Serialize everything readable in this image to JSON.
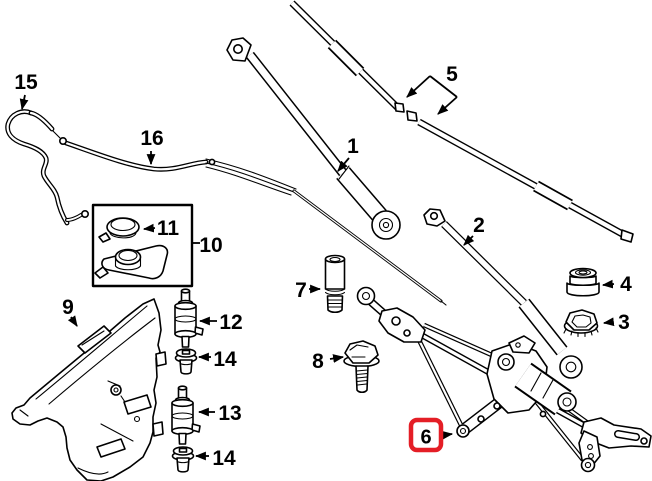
{
  "diagram": {
    "background_color": "#ffffff",
    "line_color": "#000000",
    "callouts": {
      "part1": "1",
      "part2": "2",
      "part3": "3",
      "part4": "4",
      "part5": "5",
      "part7": "7",
      "part8": "8",
      "part9": "9",
      "part10": "10",
      "part11": "11",
      "part12": "12",
      "part13": "13",
      "part14a": "14",
      "part14b": "14",
      "part15": "15",
      "part16": "16"
    },
    "highlight": {
      "label": "6",
      "box_color": "#e41e26",
      "box_fill": "#ffffff",
      "text_color": "#000000"
    }
  }
}
